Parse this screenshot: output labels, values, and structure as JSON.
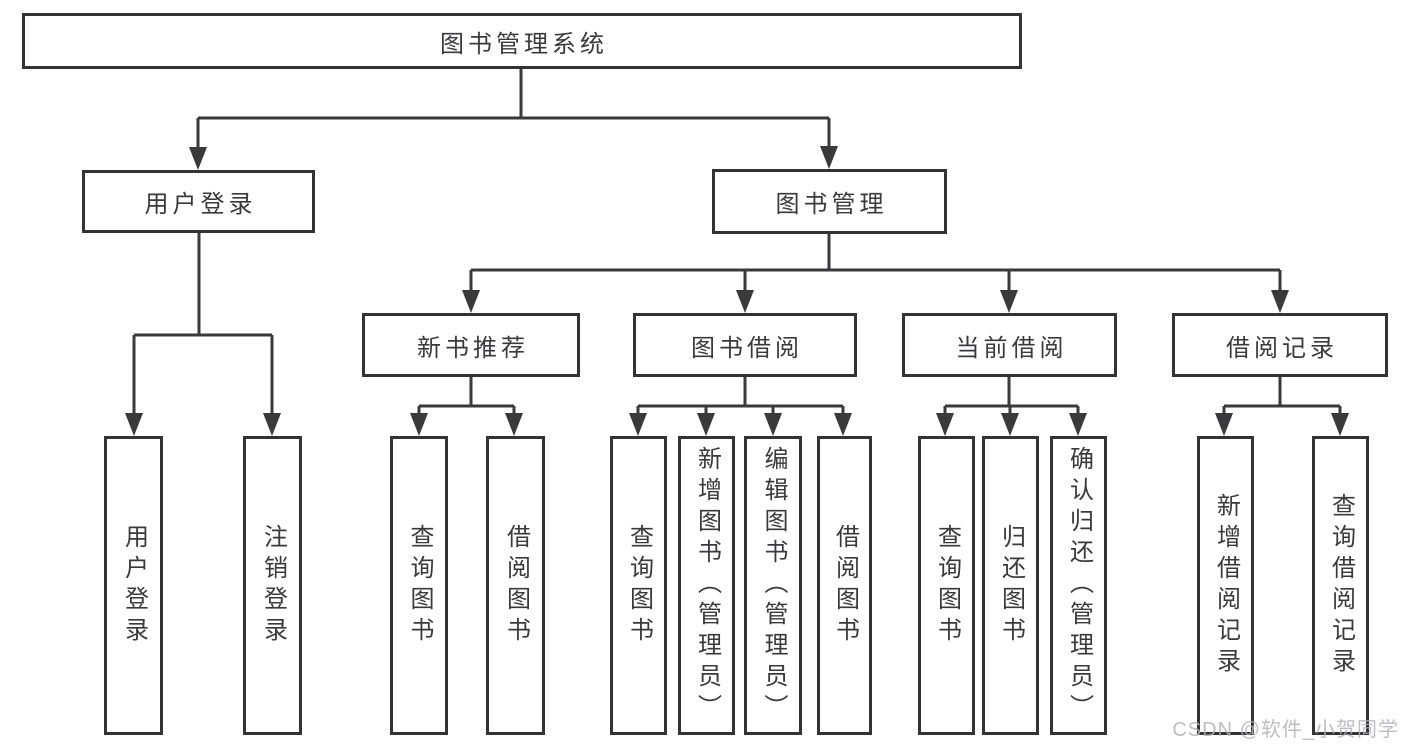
{
  "nodes": {
    "root": "图书管理系统",
    "branches": [
      "用户登录",
      "图书管理"
    ],
    "sections": [
      "新书推荐",
      "图书借阅",
      "当前借阅",
      "借阅记录"
    ],
    "leaves": [
      "用户登录",
      "注销登录",
      "查询图书",
      "借阅图书",
      "查询图书",
      "新增图书（管理员）",
      "编辑图书（管理员）",
      "借阅图书",
      "查询图书",
      "归还图书",
      "确认归还（管理员）",
      "新增借阅记录",
      "查询借阅记录"
    ]
  },
  "watermark": "CSDN @软件_小贺同学",
  "colors": {
    "line": "#3a3a3c",
    "border": "#333335",
    "text": "#3a3a3c",
    "background": "#ffffff",
    "watermark": "#b2b2b8"
  }
}
